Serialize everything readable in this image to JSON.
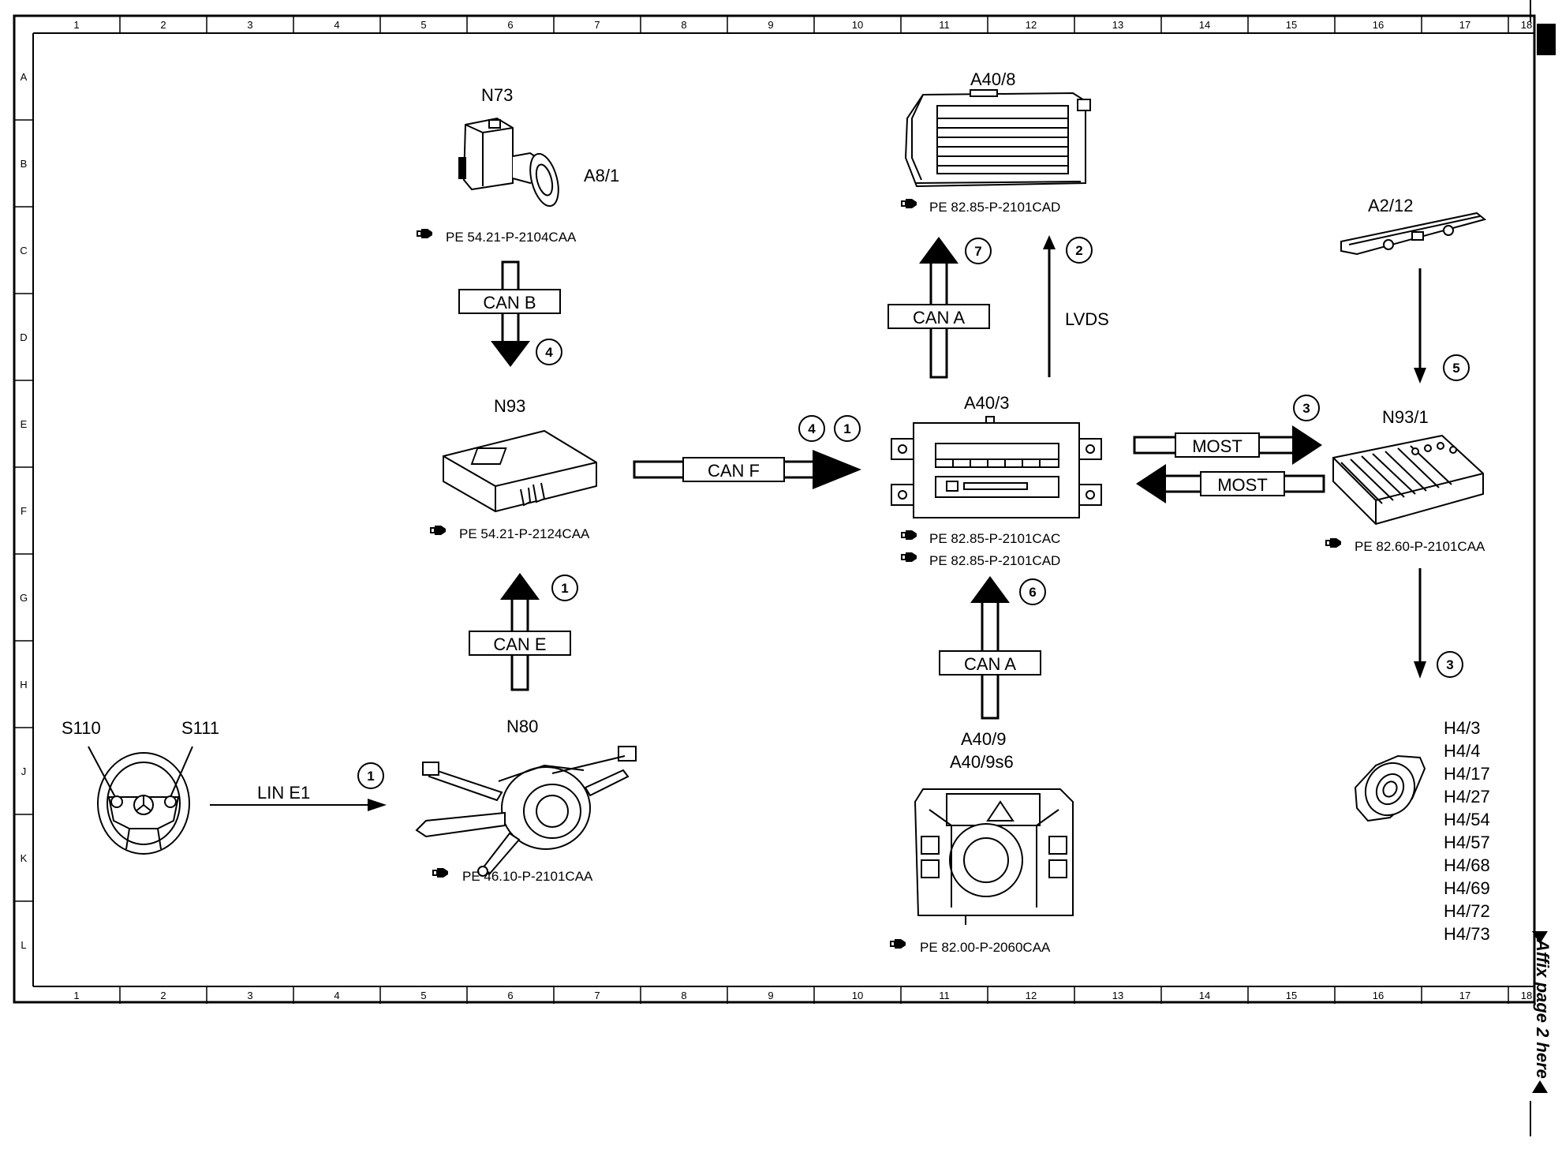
{
  "grid": {
    "columns": [
      "1",
      "2",
      "3",
      "4",
      "5",
      "6",
      "7",
      "8",
      "9",
      "10",
      "11",
      "12",
      "13",
      "14",
      "15",
      "16",
      "17",
      "18"
    ],
    "rows": [
      "A",
      "B",
      "C",
      "D",
      "E",
      "F",
      "G",
      "H",
      "J",
      "K",
      "L"
    ]
  },
  "components": {
    "N73": "N73",
    "A8_1": "A8/1",
    "A40_8": "A40/8",
    "A2_12": "A2/12",
    "N93": "N93",
    "A40_3": "A40/3",
    "N93_1": "N93/1",
    "S110": "S110",
    "S111": "S111",
    "N80": "N80",
    "A40_9": "A40/9",
    "A40_9s6": "A40/9s6"
  },
  "references": {
    "n73": "PE 54.21-P-2104CAA",
    "a40_8": "PE 82.85-P-2101CAD",
    "n93": "PE 54.21-P-2124CAA",
    "a40_3_a": "PE 82.85-P-2101CAC",
    "a40_3_b": "PE 82.85-P-2101CAD",
    "n93_1": "PE 82.60-P-2101CAA",
    "n80": "PE 46.10-P-2101CAA",
    "a40_9": "PE 82.00-P-2060CAA"
  },
  "buses": {
    "can_b": "CAN B",
    "can_a_up": "CAN A",
    "lvds": "LVDS",
    "can_f": "CAN F",
    "most_right": "MOST",
    "most_left": "MOST",
    "can_e": "CAN E",
    "can_a_bottom": "CAN A",
    "lin_e1": "LIN E1"
  },
  "steps": {
    "s7": "7",
    "s2": "2",
    "s4_canb": "4",
    "s4_canf": "4",
    "s1_canf": "1",
    "s3_most": "3",
    "s5": "5",
    "s1_cane": "1",
    "s6": "6",
    "s3_down": "3",
    "s1_lin": "1"
  },
  "speakers": [
    "H4/3",
    "H4/4",
    "H4/17",
    "H4/27",
    "H4/54",
    "H4/57",
    "H4/68",
    "H4/69",
    "H4/72",
    "H4/73"
  ],
  "side_note": "Affix page 2 here"
}
